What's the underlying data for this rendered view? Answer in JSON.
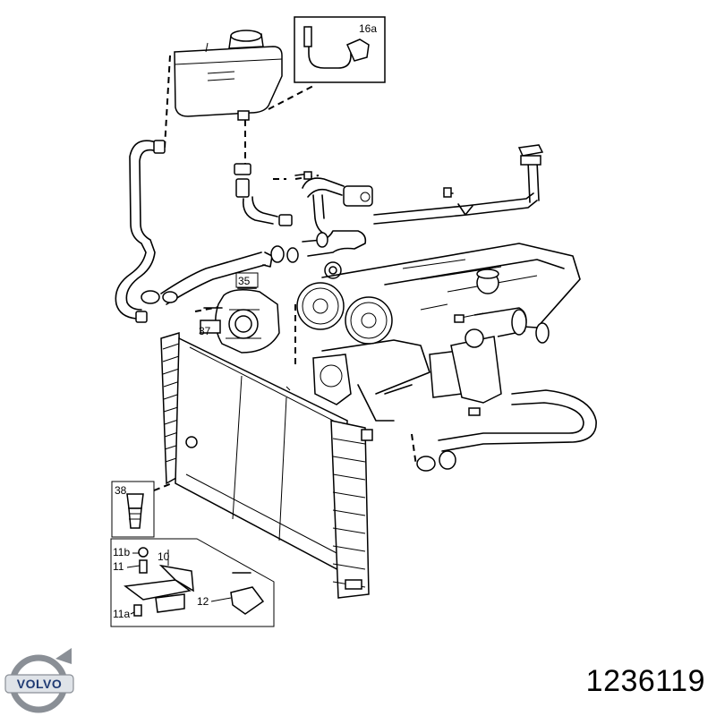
{
  "part_number": "1236119",
  "brand": {
    "name": "VOLVO",
    "ring_color": "#8a8f96",
    "badge_color": "#dfe3e8",
    "text_color": "#1f3a73"
  },
  "callouts": [
    "16a",
    "35",
    "37",
    "38",
    "11b",
    "10",
    "11",
    "12",
    "11a"
  ]
}
